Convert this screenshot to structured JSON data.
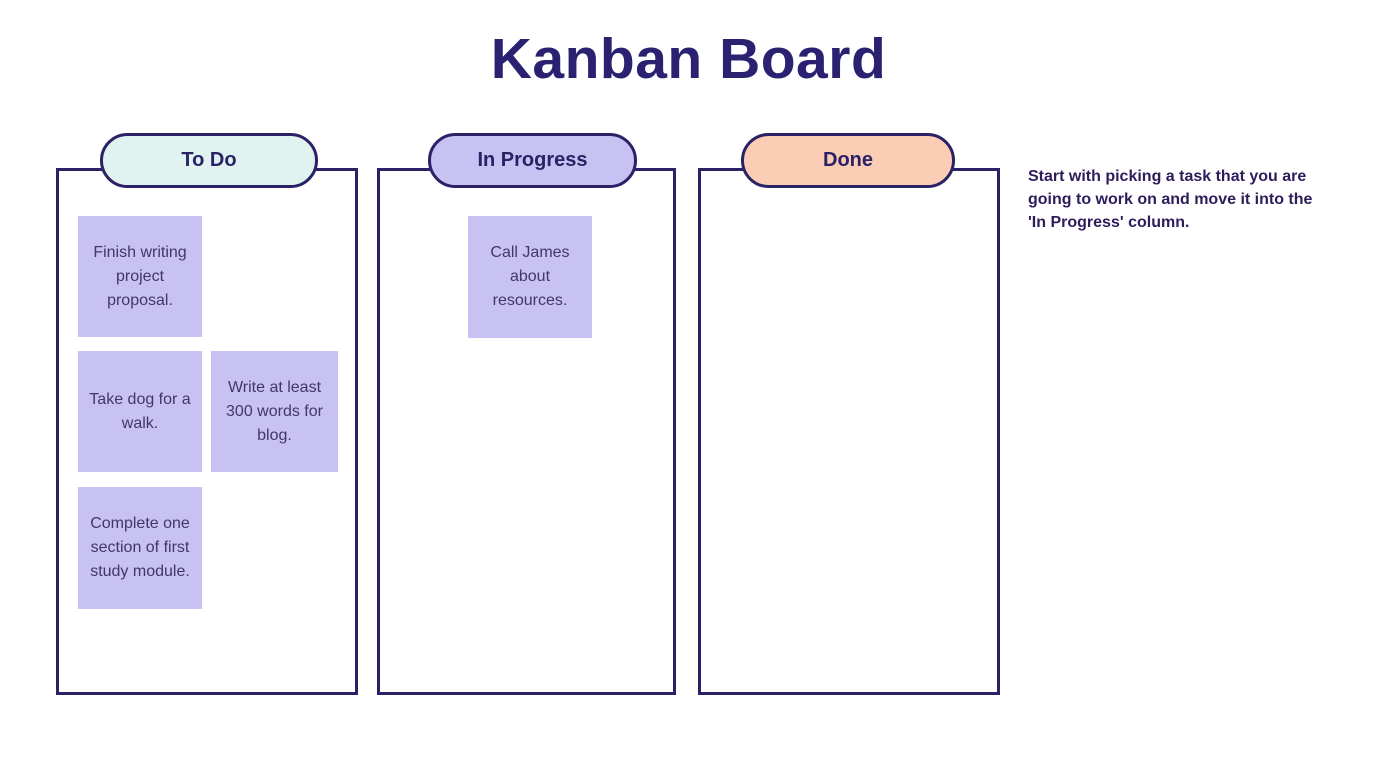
{
  "title": "Kanban Board",
  "instruction": "Start with picking a task that you are going to work on and move it into the 'In Progress' column.",
  "colors": {
    "heading_text": "#2B2171",
    "outline_border": "#2B2265",
    "card_bg": "#C7C2F2",
    "card_text": "#443668",
    "todo_header_bg": "#E1F3F0",
    "in_progress_header_bg": "#C7C2F2",
    "done_header_bg": "#FACDB4"
  },
  "columns": [
    {
      "label": "To Do",
      "header_bg": "#E1F3F0",
      "cards": [
        {
          "text": "Finish writing project proposal."
        },
        {
          "text": "Take dog for a walk."
        },
        {
          "text": "Write at least 300 words for blog."
        },
        {
          "text": "Complete one section of first study module."
        }
      ]
    },
    {
      "label": "In Progress",
      "header_bg": "#C7C2F2",
      "cards": [
        {
          "text": "Call James about resources."
        }
      ]
    },
    {
      "label": "Done",
      "header_bg": "#FACDB4",
      "cards": []
    }
  ]
}
